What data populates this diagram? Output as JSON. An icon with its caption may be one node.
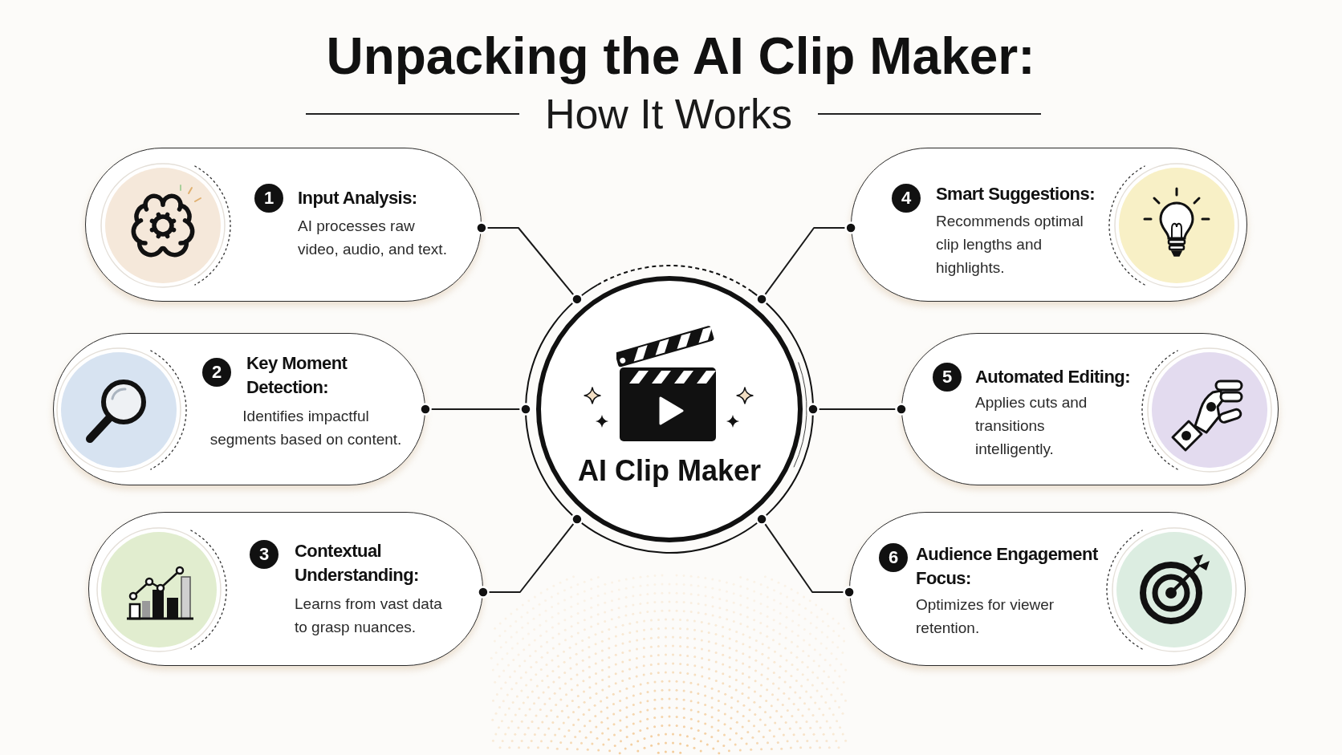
{
  "diagram": {
    "title": "Unpacking the AI Clip Maker:",
    "nodes": [
      {
        "text": [
          "AI Clip Maker"
        ]
      },
      {
        "text": [
          "1",
          "Input Analysis:",
          "AI processes raw video, audio, and text."
        ]
      },
      {
        "text": [
          "2",
          "Key Moment Detection:",
          "Identifies impactful segments based on content."
        ]
      },
      {
        "text": [
          "3",
          "Contextual Understanding:",
          "Learns from vast data to grasp nuances."
        ]
      },
      {
        "text": [
          "4",
          "Smart Suggestions:",
          "Recommends optimal clip lengths and highlights."
        ]
      },
      {
        "text": [
          "5",
          "Automated Editing:",
          "Applies cuts and transitions intelligently."
        ]
      },
      {
        "text": [
          "6",
          "Audience Engagement Focus:",
          "Optimizes for viewer retention."
        ]
      }
    ],
    "edges": [
      {
        "from": 0,
        "to": 1,
        "arrow": "other"
      },
      {
        "from": 0,
        "to": 2,
        "arrow": "other"
      },
      {
        "from": 0,
        "to": 3,
        "arrow": "other"
      },
      {
        "from": 0,
        "to": 4,
        "arrow": "other"
      },
      {
        "from": 0,
        "to": 5,
        "arrow": "other"
      },
      {
        "from": 0,
        "to": 6,
        "arrow": "other"
      }
    ],
    "labels": [
      "How It Works"
    ]
  }
}
